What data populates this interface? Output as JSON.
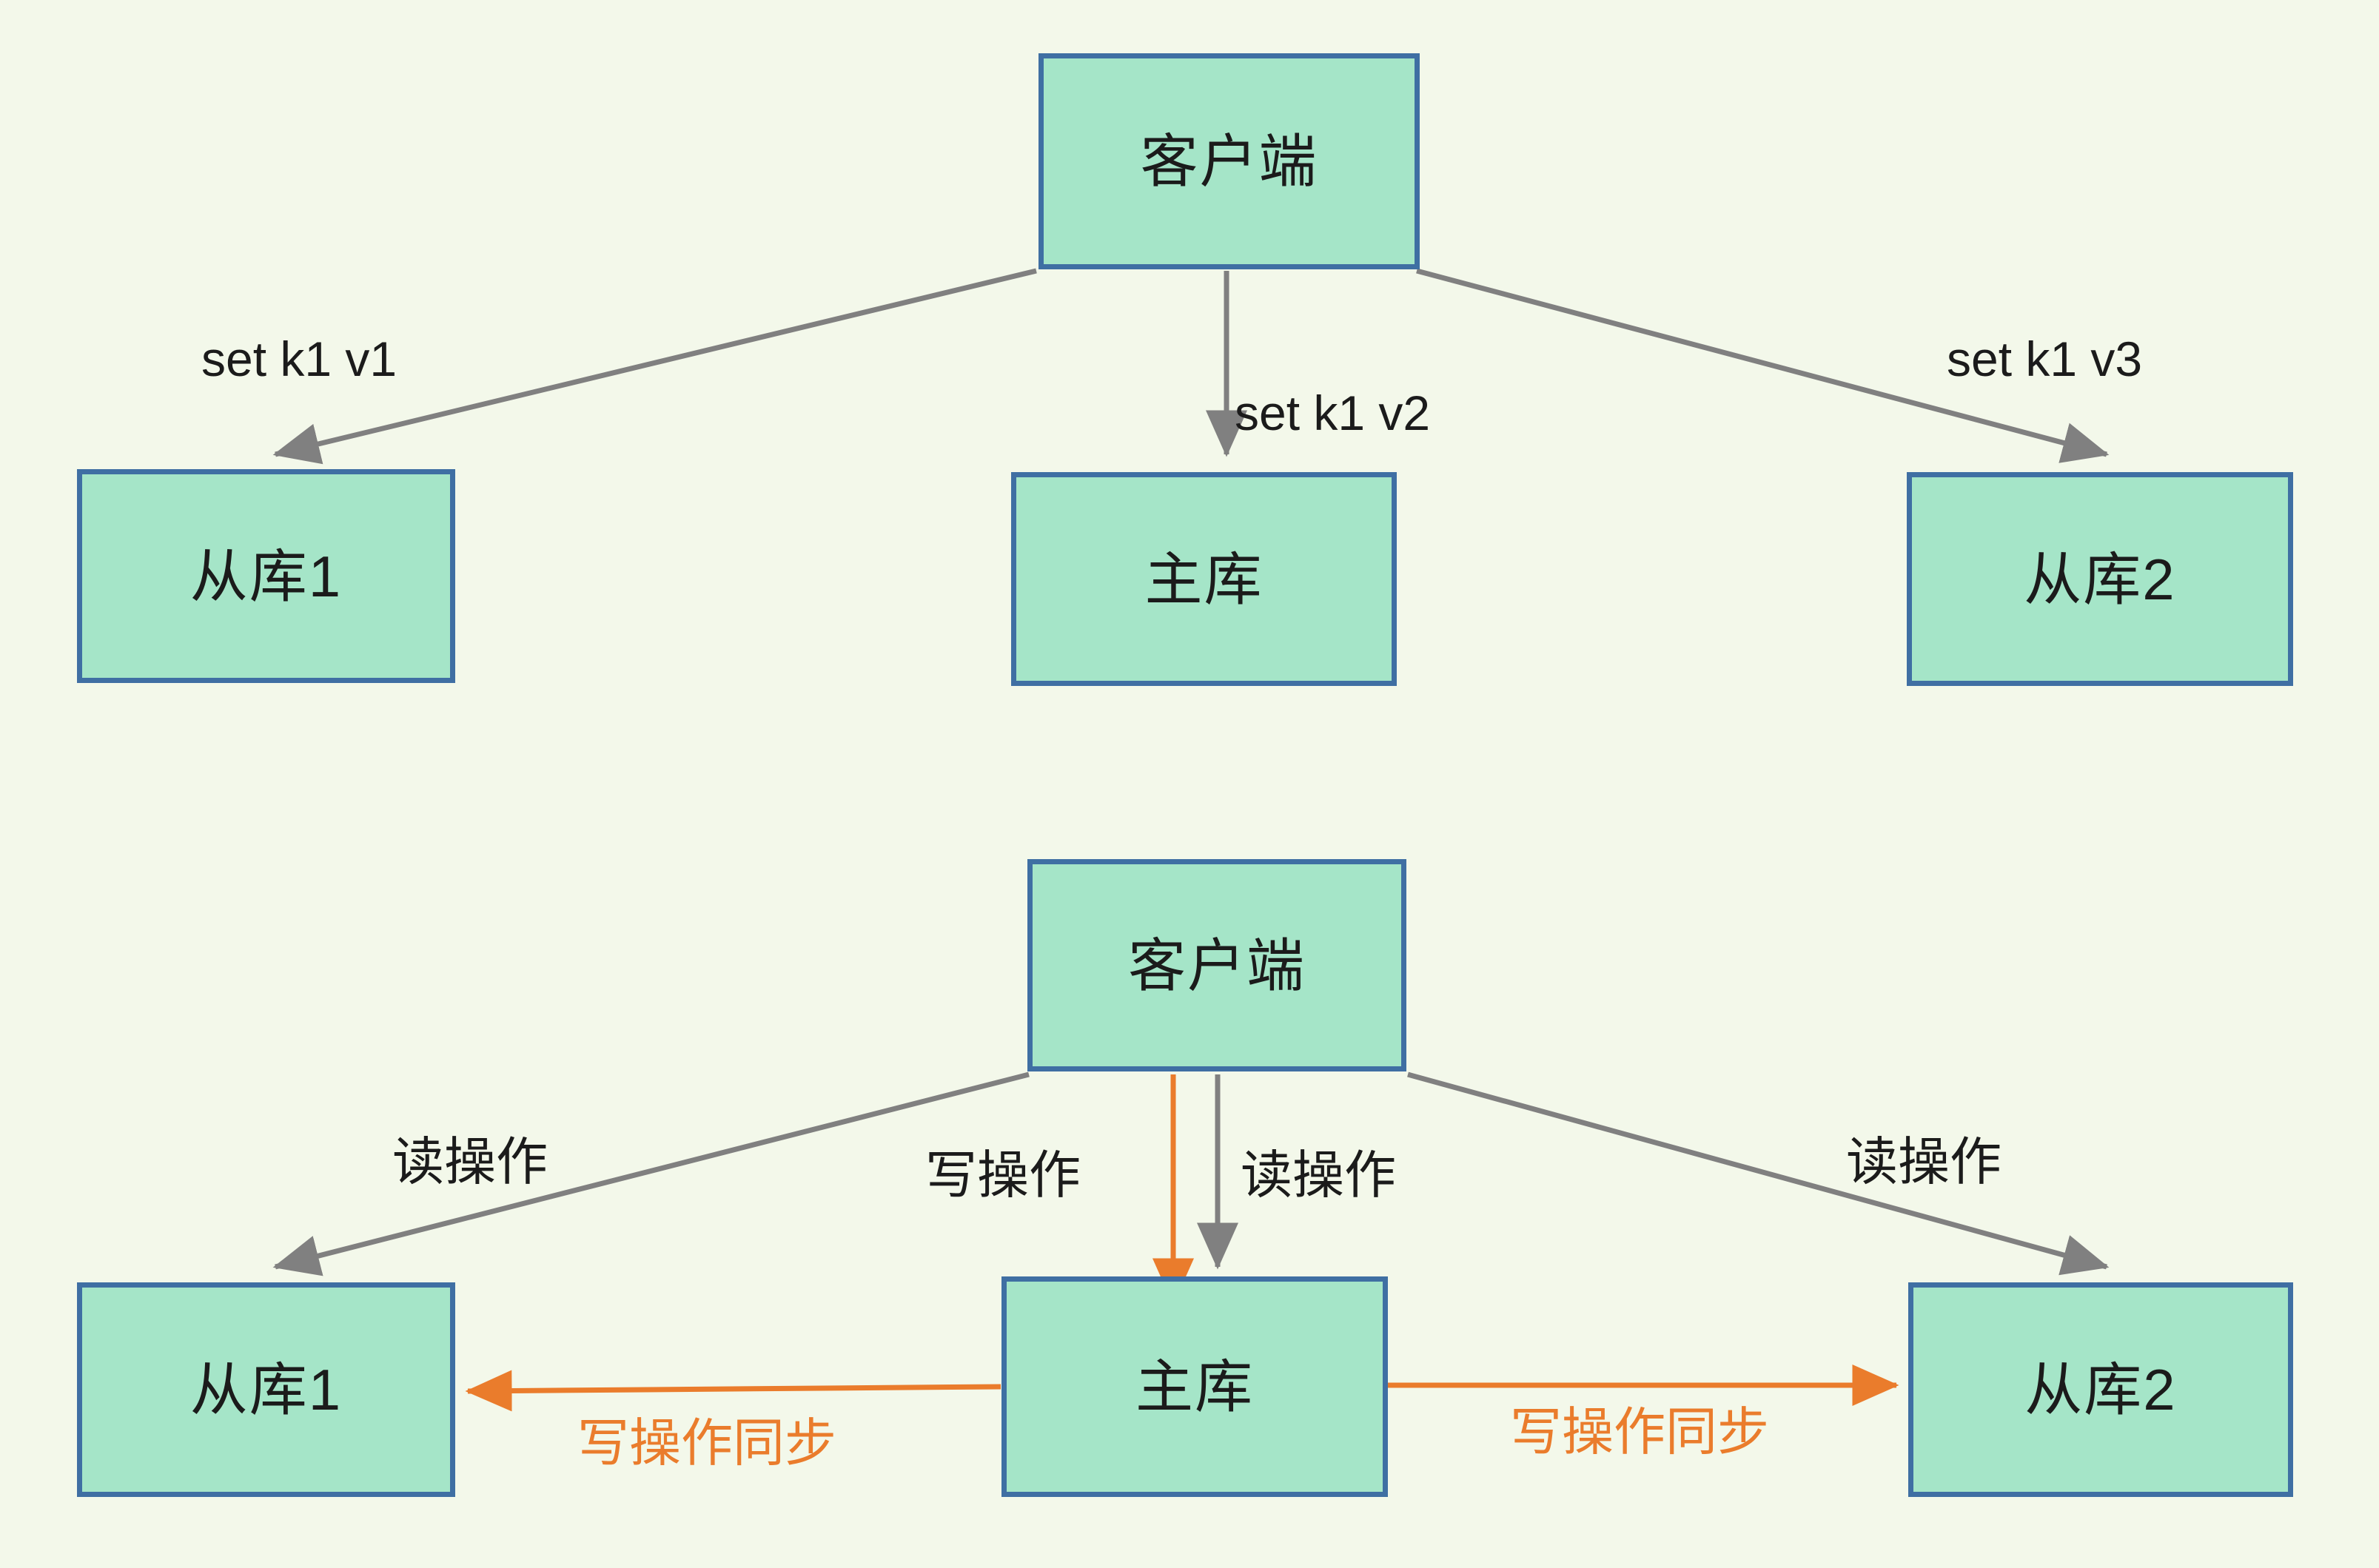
{
  "diagram": {
    "title": "Master-slave database read/write split diagram",
    "background_color": "#f3f8ea",
    "node_fill": "#a5e5c8",
    "node_border": "#3f6fa3",
    "edge_color_default": "#808080",
    "edge_color_write": "#ea7c2c",
    "text_color": "#1b1b1b"
  },
  "top_section": {
    "nodes": {
      "client": "客户端",
      "slave1": "从库1",
      "master": "主库",
      "slave2": "从库2"
    },
    "edges": [
      {
        "id": "client-to-slave1",
        "label": "set k1 v1",
        "color": "#808080"
      },
      {
        "id": "client-to-master",
        "label": "set k1 v2",
        "color": "#808080"
      },
      {
        "id": "client-to-slave2",
        "label": "set k1 v3",
        "color": "#808080"
      }
    ]
  },
  "bottom_section": {
    "nodes": {
      "client": "客户端",
      "slave1": "从库1",
      "master": "主库",
      "slave2": "从库2"
    },
    "edges": [
      {
        "id": "client-read-slave1",
        "label": "读操作",
        "color": "#808080"
      },
      {
        "id": "client-write-master",
        "label": "写操作",
        "color": "#ea7c2c"
      },
      {
        "id": "client-read-master",
        "label": "读操作",
        "color": "#808080"
      },
      {
        "id": "client-read-slave2",
        "label": "读操作",
        "color": "#808080"
      },
      {
        "id": "master-sync-slave1",
        "label": "写操作同步",
        "color": "#ea7c2c"
      },
      {
        "id": "master-sync-slave2",
        "label": "写操作同步",
        "color": "#ea7c2c"
      }
    ]
  }
}
